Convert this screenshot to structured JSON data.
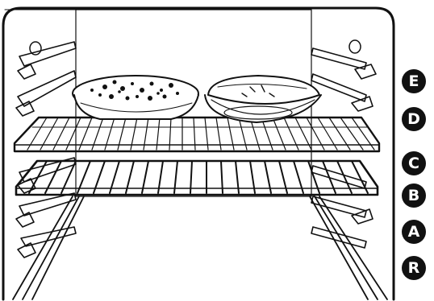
{
  "rack_positions": [
    {
      "label": "E"
    },
    {
      "label": "D"
    },
    {
      "label": "C"
    },
    {
      "label": "B"
    },
    {
      "label": "A"
    },
    {
      "label": "R"
    }
  ],
  "racks_shown": [
    "D",
    "B"
  ],
  "food_on_upper_rack": [
    "pie-crumble-topping",
    "pie-double-crust"
  ],
  "colors": {
    "line": "#111111",
    "background": "#ffffff",
    "badge_fill": "#111111",
    "badge_text": "#ffffff"
  }
}
